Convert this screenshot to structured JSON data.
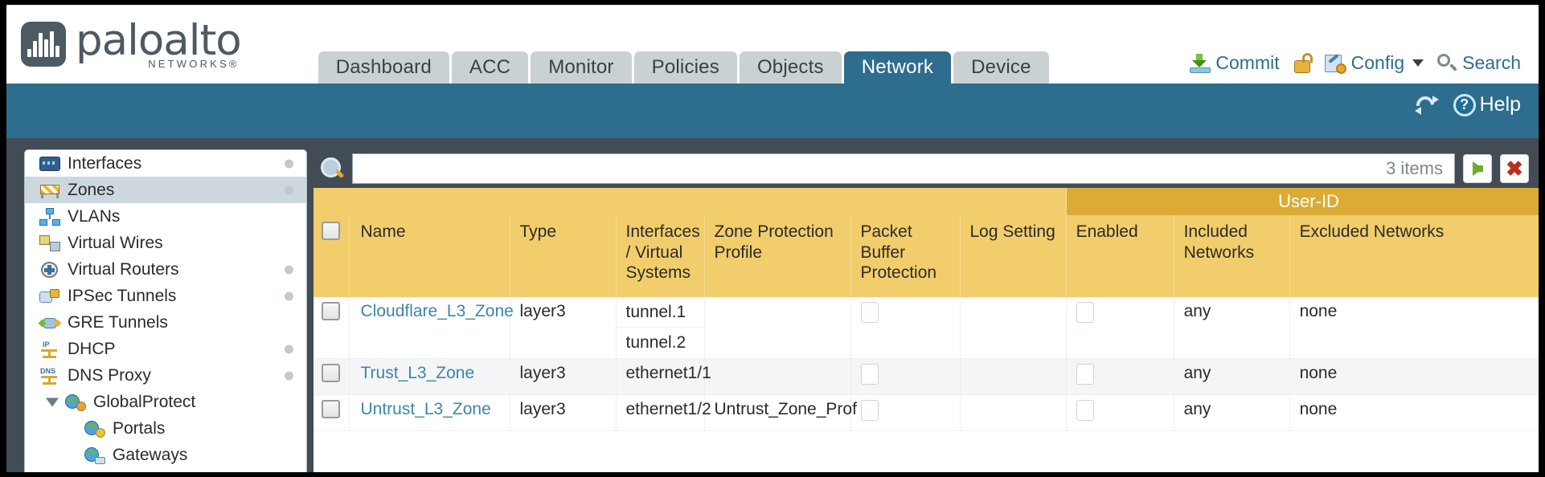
{
  "brand": {
    "name": "paloalto",
    "tagline": "NETWORKS",
    "registered": "®"
  },
  "tabs": [
    {
      "label": "Dashboard",
      "active": false
    },
    {
      "label": "ACC",
      "active": false
    },
    {
      "label": "Monitor",
      "active": false
    },
    {
      "label": "Policies",
      "active": false
    },
    {
      "label": "Objects",
      "active": false
    },
    {
      "label": "Network",
      "active": true
    },
    {
      "label": "Device",
      "active": false
    }
  ],
  "top_actions": {
    "commit": "Commit",
    "config": "Config",
    "search": "Search"
  },
  "bluebar": {
    "help": "Help"
  },
  "sidebar": {
    "items": [
      {
        "label": "Interfaces",
        "icon": "interfaces-icon",
        "selected": false,
        "dot": true,
        "child": false,
        "expander": false
      },
      {
        "label": "Zones",
        "icon": "zones-icon",
        "selected": true,
        "dot": true,
        "child": false,
        "expander": false
      },
      {
        "label": "VLANs",
        "icon": "vlans-icon",
        "selected": false,
        "dot": false,
        "child": false,
        "expander": false
      },
      {
        "label": "Virtual Wires",
        "icon": "virtual-wires-icon",
        "selected": false,
        "dot": false,
        "child": false,
        "expander": false
      },
      {
        "label": "Virtual Routers",
        "icon": "virtual-routers-icon",
        "selected": false,
        "dot": true,
        "child": false,
        "expander": false
      },
      {
        "label": "IPSec Tunnels",
        "icon": "ipsec-tunnels-icon",
        "selected": false,
        "dot": true,
        "child": false,
        "expander": false
      },
      {
        "label": "GRE Tunnels",
        "icon": "gre-tunnels-icon",
        "selected": false,
        "dot": false,
        "child": false,
        "expander": false
      },
      {
        "label": "DHCP",
        "icon": "dhcp-icon",
        "selected": false,
        "dot": true,
        "child": false,
        "expander": false
      },
      {
        "label": "DNS Proxy",
        "icon": "dns-proxy-icon",
        "selected": false,
        "dot": true,
        "child": false,
        "expander": false
      },
      {
        "label": "GlobalProtect",
        "icon": "globalprotect-icon",
        "selected": false,
        "dot": false,
        "child": false,
        "expander": true
      },
      {
        "label": "Portals",
        "icon": "portals-icon",
        "selected": false,
        "dot": false,
        "child": true,
        "expander": false
      },
      {
        "label": "Gateways",
        "icon": "gateways-icon",
        "selected": false,
        "dot": false,
        "child": true,
        "expander": false
      }
    ]
  },
  "search": {
    "value": "",
    "placeholder": "",
    "item_count": "3 items"
  },
  "table": {
    "group_header": "User-ID",
    "columns": [
      "Name",
      "Type",
      "Interfaces / Virtual Systems",
      "Zone Protection Profile",
      "Packet Buffer Protection",
      "Log Setting",
      "Enabled",
      "Included Networks",
      "Excluded Networks"
    ],
    "rows": [
      {
        "selected": false,
        "name": "Cloudflare_L3_Zone",
        "type": "layer3",
        "interfaces": [
          "tunnel.1",
          "tunnel.2"
        ],
        "zone_protection_profile": "",
        "packet_buffer_protection": false,
        "log_setting": "",
        "enabled": false,
        "included_networks": "any",
        "excluded_networks": "none"
      },
      {
        "selected": false,
        "name": "Trust_L3_Zone",
        "type": "layer3",
        "interfaces": [
          "ethernet1/1"
        ],
        "zone_protection_profile": "",
        "packet_buffer_protection": false,
        "log_setting": "",
        "enabled": false,
        "included_networks": "any",
        "excluded_networks": "none"
      },
      {
        "selected": false,
        "name": "Untrust_L3_Zone",
        "type": "layer3",
        "interfaces": [
          "ethernet1/2"
        ],
        "zone_protection_profile": "Untrust_Zone_Prof",
        "packet_buffer_protection": false,
        "log_setting": "",
        "enabled": false,
        "included_networks": "any",
        "excluded_networks": "none"
      }
    ]
  },
  "colors": {
    "brand_slate": "#4c5a63",
    "nav_active": "#2e6d8e",
    "blue_band": "#2d6d8d",
    "content_slate": "#414c55",
    "table_header": "#f2cd6b",
    "group_header": "#dcab34",
    "link": "#3d86a6",
    "accent_green": "#6ead2a",
    "accent_red": "#bb2d1e"
  }
}
